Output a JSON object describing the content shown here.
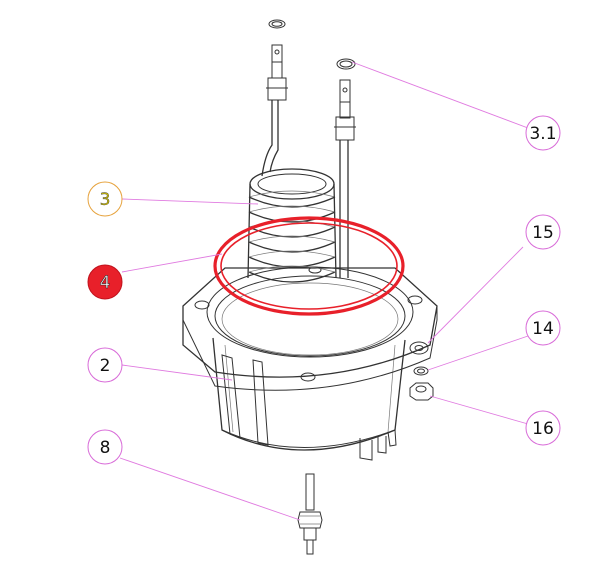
{
  "callouts": [
    {
      "id": "3.1",
      "label": "3.1",
      "style": "normal"
    },
    {
      "id": "3",
      "label": "3",
      "style": "yellow"
    },
    {
      "id": "15",
      "label": "15",
      "style": "normal"
    },
    {
      "id": "4",
      "label": "4",
      "style": "active"
    },
    {
      "id": "14",
      "label": "14",
      "style": "normal"
    },
    {
      "id": "2",
      "label": "2",
      "style": "normal"
    },
    {
      "id": "16",
      "label": "16",
      "style": "normal"
    },
    {
      "id": "8",
      "label": "8",
      "style": "normal"
    }
  ],
  "colors": {
    "leader": "#e07be0",
    "balloon_border": "#d86ad8",
    "highlight_ring": "#e8202a",
    "selected_balloon": "#e8202a",
    "yellow_balloon_border": "#e6a23c"
  }
}
